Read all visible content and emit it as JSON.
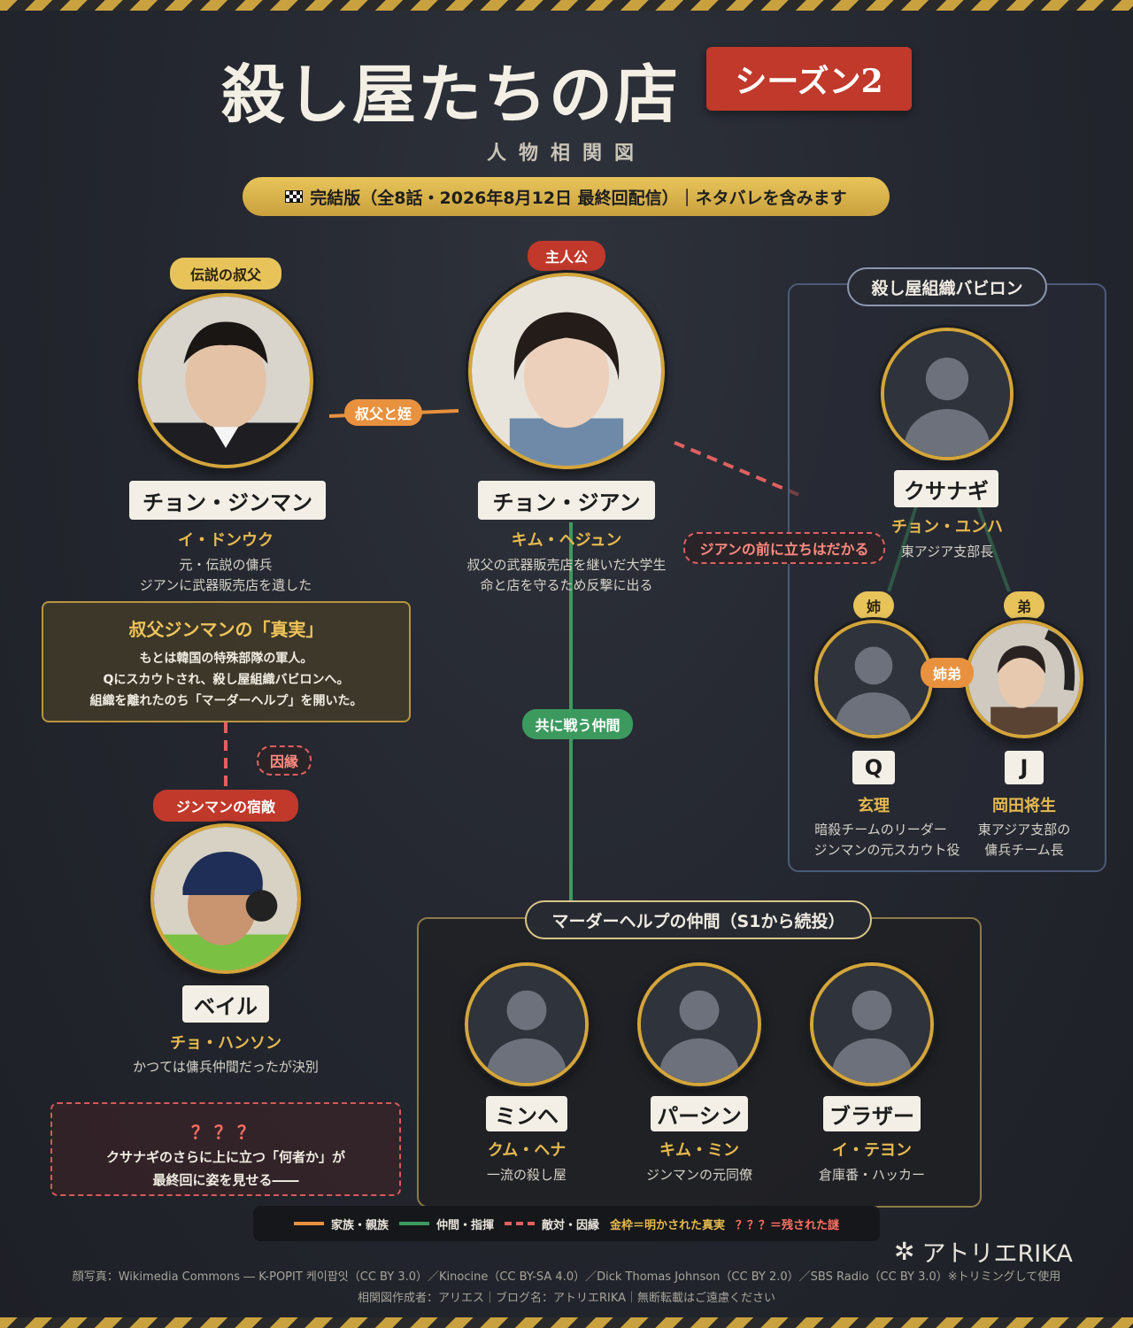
{
  "header": {
    "title": "殺し屋たちの店",
    "season": "シーズン2",
    "subtitle": "人物相関図",
    "banner": "完結版（全8話・2026年8月12日 最終回配信）｜ネタバレを含みます"
  },
  "characters": {
    "jinman": {
      "tag": "伝説の叔父",
      "name": "チョン・ジンマン",
      "actor": "イ・ドンウク",
      "desc1": "元・伝説の傭兵",
      "desc2": "ジアンに武器販売店を遺した"
    },
    "jian": {
      "tag": "主人公",
      "name": "チョン・ジアン",
      "actor": "キム・ヘジュン",
      "desc1": "叔父の武器販売店を継いだ大学生",
      "desc2": "命と店を守るため反撃に出る"
    },
    "bale": {
      "tag": "ジンマンの宿敵",
      "name": "ベイル",
      "actor": "チョ・ハンソン",
      "desc1": "かつては傭兵仲間だったが決別"
    },
    "kusanagi": {
      "name": "クサナギ",
      "actor": "チョン・ユンハ",
      "desc1": "東アジア支部長"
    },
    "q": {
      "tag": "姉",
      "name": "Q",
      "actor": "玄理",
      "desc1": "暗殺チームのリーダー",
      "desc2": "ジンマンの元スカウト役"
    },
    "j": {
      "tag": "弟",
      "name": "J",
      "actor": "岡田将生",
      "desc1": "東アジア支部の",
      "desc2": "傭兵チーム長"
    },
    "minhe": {
      "name": "ミンヘ",
      "actor": "クム・ヘナ",
      "desc1": "一流の殺し屋"
    },
    "parsing": {
      "name": "パーシン",
      "actor": "キム・ミン",
      "desc1": "ジンマンの元同僚"
    },
    "brother": {
      "name": "ブラザー",
      "actor": "イ・テヨン",
      "desc1": "倉庫番・ハッカー"
    }
  },
  "groups": {
    "babylon": "殺し屋組織バビロン",
    "murderhelp": "マーダーヘルプの仲間（S1から続投）"
  },
  "relations": {
    "uncle_niece": "叔父と姪",
    "allies": "共に戦う仲間",
    "blocks": "ジアンの前に立ちはだかる",
    "fate": "因縁",
    "siblings": "姉弟"
  },
  "truth": {
    "title": "叔父ジンマンの「真実」",
    "line1": "もとは韓国の特殊部隊の軍人。",
    "line2": "Qにスカウトされ、殺し屋組織バビロンへ。",
    "line3": "組織を離れたのち「マーダーヘルプ」を開いた。"
  },
  "mystery": {
    "title": "？？？",
    "line1": "クサナギのさらに上に立つ「何者か」が",
    "line2": "最終回に姿を見せる――"
  },
  "legend": {
    "family": "家族・親族",
    "ally": "仲間・指揮",
    "enemy": "敵対・因縁",
    "gold": "金枠＝明かされた真実",
    "mystery": "？？？＝残された謎"
  },
  "brand": "アトリエRIKA",
  "credits": {
    "line1": "顔写真：Wikimedia Commons ― K-POPIT 케이팝잇（CC BY 3.0）／Kinocine（CC BY-SA 4.0）／Dick Thomas Johnson（CC BY 2.0）／SBS Radio（CC BY 3.0）※トリミングして使用",
    "line2": "相関図作成者：アリエス｜ブログ名：アトリエRIKA｜無断転載はご遠慮ください"
  },
  "colors": {
    "family": "#e8913e",
    "ally": "#3c9a5f",
    "enemy": "#e06060",
    "gold": "#d4a53a",
    "accent_red": "#c0392b"
  },
  "icons": {
    "banner": "checkered-flag-icon",
    "brand": "asterisk-icon",
    "placeholder": "person-silhouette-icon"
  }
}
